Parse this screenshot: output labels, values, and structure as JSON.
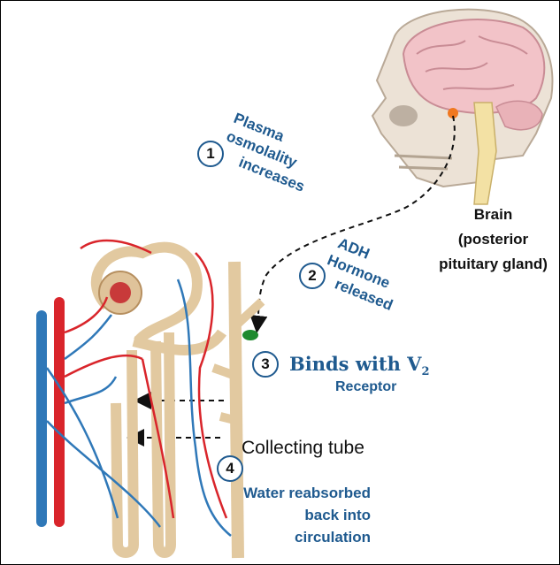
{
  "steps": [
    {
      "number": "1",
      "lines": [
        "Plasma",
        "osmolality",
        "increases"
      ]
    },
    {
      "number": "2",
      "lines": [
        "ADH",
        "Hormone",
        "released"
      ]
    },
    {
      "number": "3",
      "text": "Binds with V",
      "subscript": "2",
      "subtext": "Receptor"
    },
    {
      "number": "4",
      "lines": [
        "Water reabsorbed",
        "back into",
        "circulation"
      ]
    }
  ],
  "brain_label": [
    "Brain",
    "(posterior",
    "pituitary gland)"
  ],
  "collecting_label": "Collecting tube",
  "colors": {
    "label_blue": "#1f5a8f",
    "artery_red": "#d9252b",
    "vein_blue": "#2f78b8",
    "tubule_tan": "#e2c9a0",
    "receptor_green": "#1e8a2e",
    "gland_orange": "#f07820"
  },
  "icons": [
    "brain-head-illustration",
    "nephron-illustration",
    "receptor-dot"
  ]
}
